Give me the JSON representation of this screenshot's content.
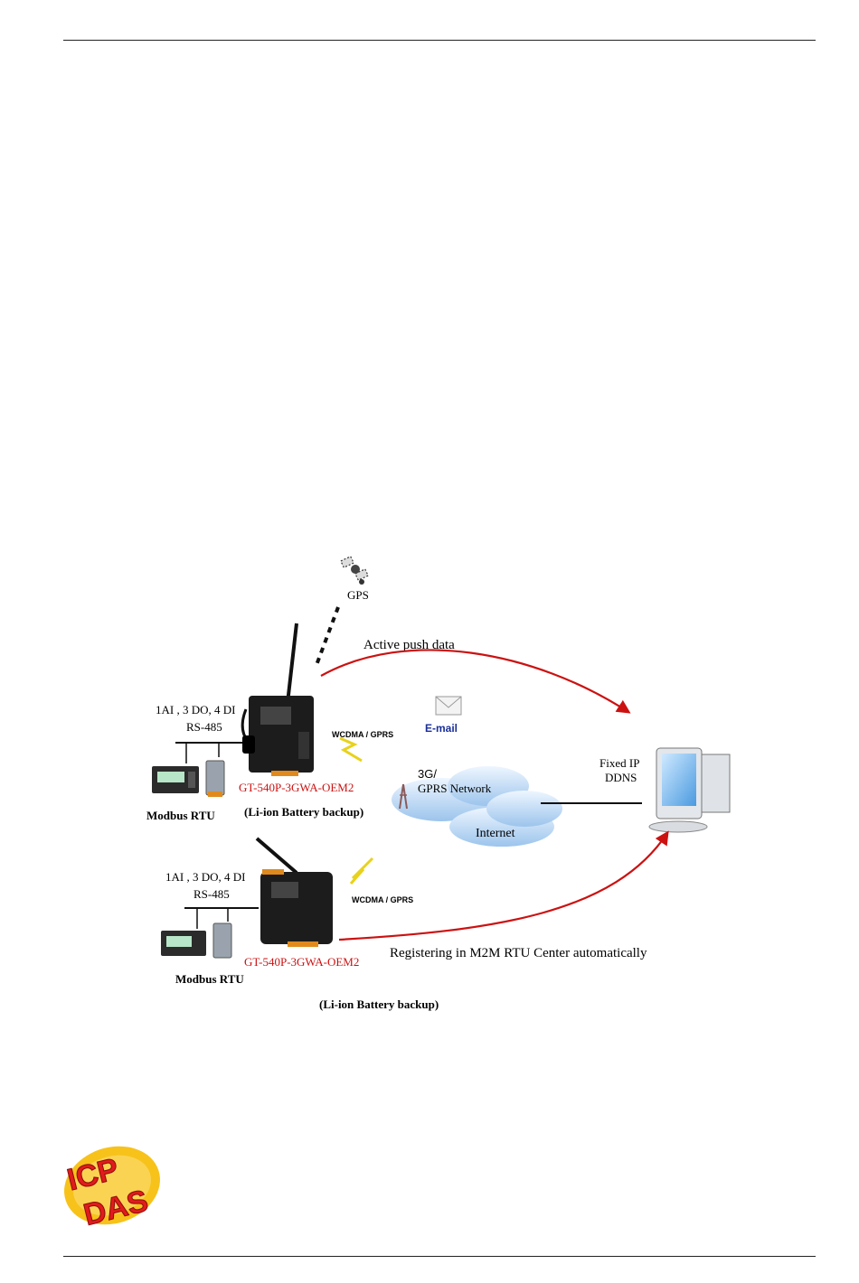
{
  "labels": {
    "gps": "GPS",
    "active_push": "Active push data",
    "email": "E-mail",
    "io_top": "1AI , 3 DO, 4 DI",
    "rs485_top": "RS-485",
    "wcdma_top": "WCDMA / GPRS",
    "model_top": "GT-540P-3GWA-OEM2",
    "modbus_top": "Modbus RTU",
    "battery_top": "(Li-ion Battery backup)",
    "network_line1": "3G/",
    "network_line2": "GPRS Network",
    "internet": "Internet",
    "fixed_ip": "Fixed IP",
    "ddns": "DDNS",
    "io_bottom": "1AI , 3 DO, 4 DI",
    "rs485_bottom": "RS-485",
    "wcdma_bottom": "WCDMA / GPRS",
    "model_bottom": "GT-540P-3GWA-OEM2",
    "modbus_bottom": "Modbus RTU",
    "registering": "Registering in M2M RTU Center automatically",
    "battery_bottom": "(Li-ion Battery backup)"
  },
  "logo": {
    "line1": "ICP",
    "line2": "DAS"
  },
  "colors": {
    "arrow": "#cc1111",
    "model_text": "#cc1111",
    "email_text": "#1a2f9a",
    "logo_red": "#e11b1b",
    "logo_yellow": "#f7c21a"
  }
}
